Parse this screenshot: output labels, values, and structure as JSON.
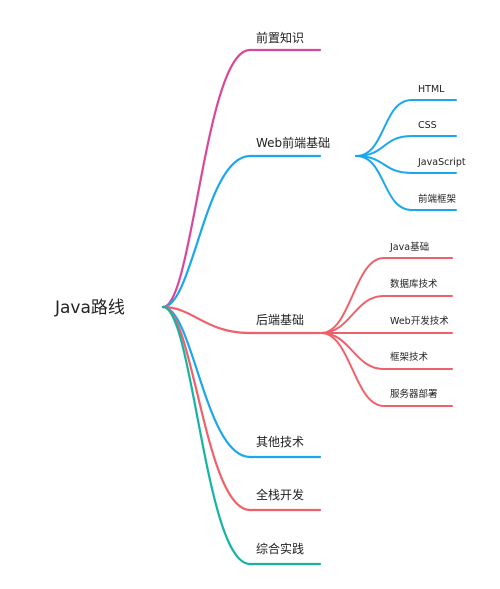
{
  "root": {
    "label": "Java路线"
  },
  "branches": [
    {
      "label": "前置知识",
      "color": "#d9479a",
      "children": []
    },
    {
      "label": "Web前端基础",
      "color": "#1aa7ec",
      "children": [
        {
          "label": "HTML"
        },
        {
          "label": "CSS"
        },
        {
          "label": "JavaScript"
        },
        {
          "label": "前端框架"
        }
      ]
    },
    {
      "label": "后端基础",
      "color": "#f0606a",
      "children": [
        {
          "label": "Java基础"
        },
        {
          "label": "数据库技术"
        },
        {
          "label": "Web开发技术"
        },
        {
          "label": "框架技术"
        },
        {
          "label": "服务器部署"
        }
      ]
    },
    {
      "label": "其他技术",
      "color": "#1aa7ec",
      "children": []
    },
    {
      "label": "全栈开发",
      "color": "#f0606a",
      "children": []
    },
    {
      "label": "综合实践",
      "color": "#16b3a3",
      "children": []
    }
  ]
}
